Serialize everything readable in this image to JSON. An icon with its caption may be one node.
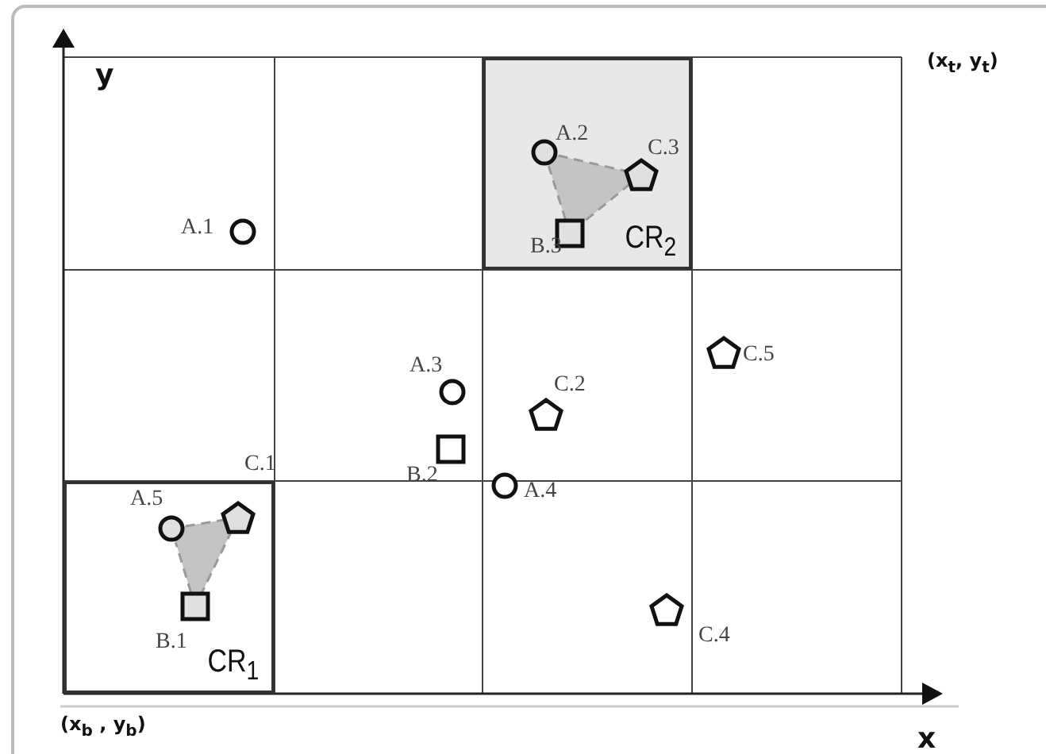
{
  "diagram": {
    "nodes": [
      {
        "text": [
          "CR$_{2}$"
        ]
      },
      {
        "text": [],
        "shape": "circle",
        "beside": [
          "A.2"
        ],
        "in": 0
      },
      {
        "text": [],
        "shape": "pentagon",
        "beside": [
          "C.3"
        ],
        "in": 0
      },
      {
        "text": [],
        "shape": "box",
        "beside": [
          "B.3"
        ],
        "in": 0
      },
      {
        "text": [],
        "shape": "circle",
        "beside": [
          "A.1"
        ]
      },
      {
        "text": [],
        "shape": "pentagon",
        "beside": [
          "C.5"
        ]
      },
      {
        "text": [],
        "shape": "circle",
        "beside": [
          "A.3"
        ]
      },
      {
        "text": [],
        "shape": "pentagon",
        "beside": [
          "C.2"
        ]
      },
      {
        "text": [],
        "shape": "box",
        "beside": [
          "B.2"
        ]
      },
      {
        "text": [],
        "shape": "circle",
        "beside": [
          "A.4"
        ]
      },
      {
        "text": [
          "CR$_{1}$"
        ]
      },
      {
        "text": [],
        "shape": "circle",
        "beside": [
          "A.5"
        ],
        "in": 10
      },
      {
        "text": [],
        "shape": "pentagon",
        "beside": [
          "C.1"
        ],
        "in": 10
      },
      {
        "text": [],
        "shape": "box",
        "beside": [
          "B.1"
        ],
        "in": 10
      },
      {
        "text": [],
        "shape": "pentagon",
        "beside": [
          "C.4"
        ]
      }
    ],
    "edges": [
      {
        "from": 1,
        "to": 2,
        "arrow": "none",
        "style": "dashed"
      },
      {
        "from": 2,
        "to": 3,
        "arrow": "none",
        "style": "dashed"
      },
      {
        "from": 3,
        "to": 1,
        "arrow": "none",
        "style": "dashed"
      },
      {
        "from": 11,
        "to": 12,
        "arrow": "none",
        "style": "dashed"
      },
      {
        "from": 12,
        "to": 13,
        "arrow": "none",
        "style": "dashed"
      },
      {
        "from": 13,
        "to": 11,
        "arrow": "none",
        "style": "dashed"
      }
    ],
    "labels": [
      "y",
      "(x$_{t}$, y$_{t}$)",
      "(x$_{b}$ , y$_{b}$)",
      "x"
    ]
  }
}
